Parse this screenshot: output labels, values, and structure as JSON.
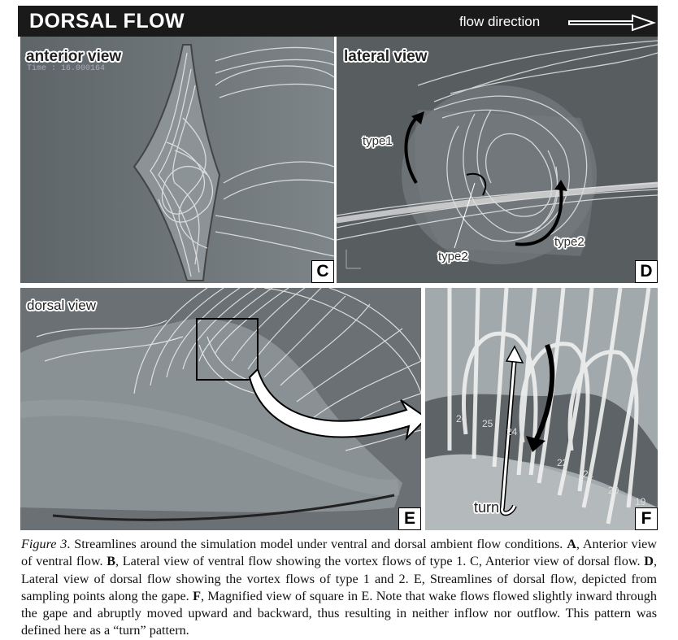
{
  "header": {
    "title": "DORSAL FLOW",
    "flow_direction_label": "flow direction",
    "arrow_icon": "right-arrow-icon"
  },
  "panels": {
    "c": {
      "label": "C",
      "view": "anterior view",
      "time": "Time : 16.000164"
    },
    "d": {
      "label": "D",
      "view": "lateral view",
      "type1": "type1",
      "type2_left": "type2",
      "type2_right": "type2"
    },
    "e": {
      "label": "E",
      "view": "dorsal view"
    },
    "f": {
      "label": "F",
      "turn": "turn",
      "numbers": [
        "26",
        "25",
        "24",
        "22",
        "21",
        "20",
        "19"
      ]
    }
  },
  "caption": {
    "figure": "Figure 3",
    "intro": ". Streamlines around the simulation model under ventral and dorsal ambient flow conditions. ",
    "a_key": "A",
    "a_text": ", Anterior view of ventral flow. ",
    "b_key": "B",
    "b_text": ", Lateral view of ventral flow showing the vortex flows of type 1. ",
    "c_key": "C",
    "c_text": ", Anterior view of dorsal flow. ",
    "d_key": "D",
    "d_text": ", Lateral view of dorsal flow showing the vortex flows of type 1 and 2. ",
    "e_key": "E",
    "e_text": ", Streamlines of dorsal flow, depicted from sampling points along the gape. ",
    "f_key": "F",
    "f_text": ", Magnified view of square in E. Note that wake flows flowed slightly inward through the gape and abruptly moved upward and backward, thus resulting in neither inflow nor outflow. This pattern was defined here as a “turn” pattern."
  }
}
